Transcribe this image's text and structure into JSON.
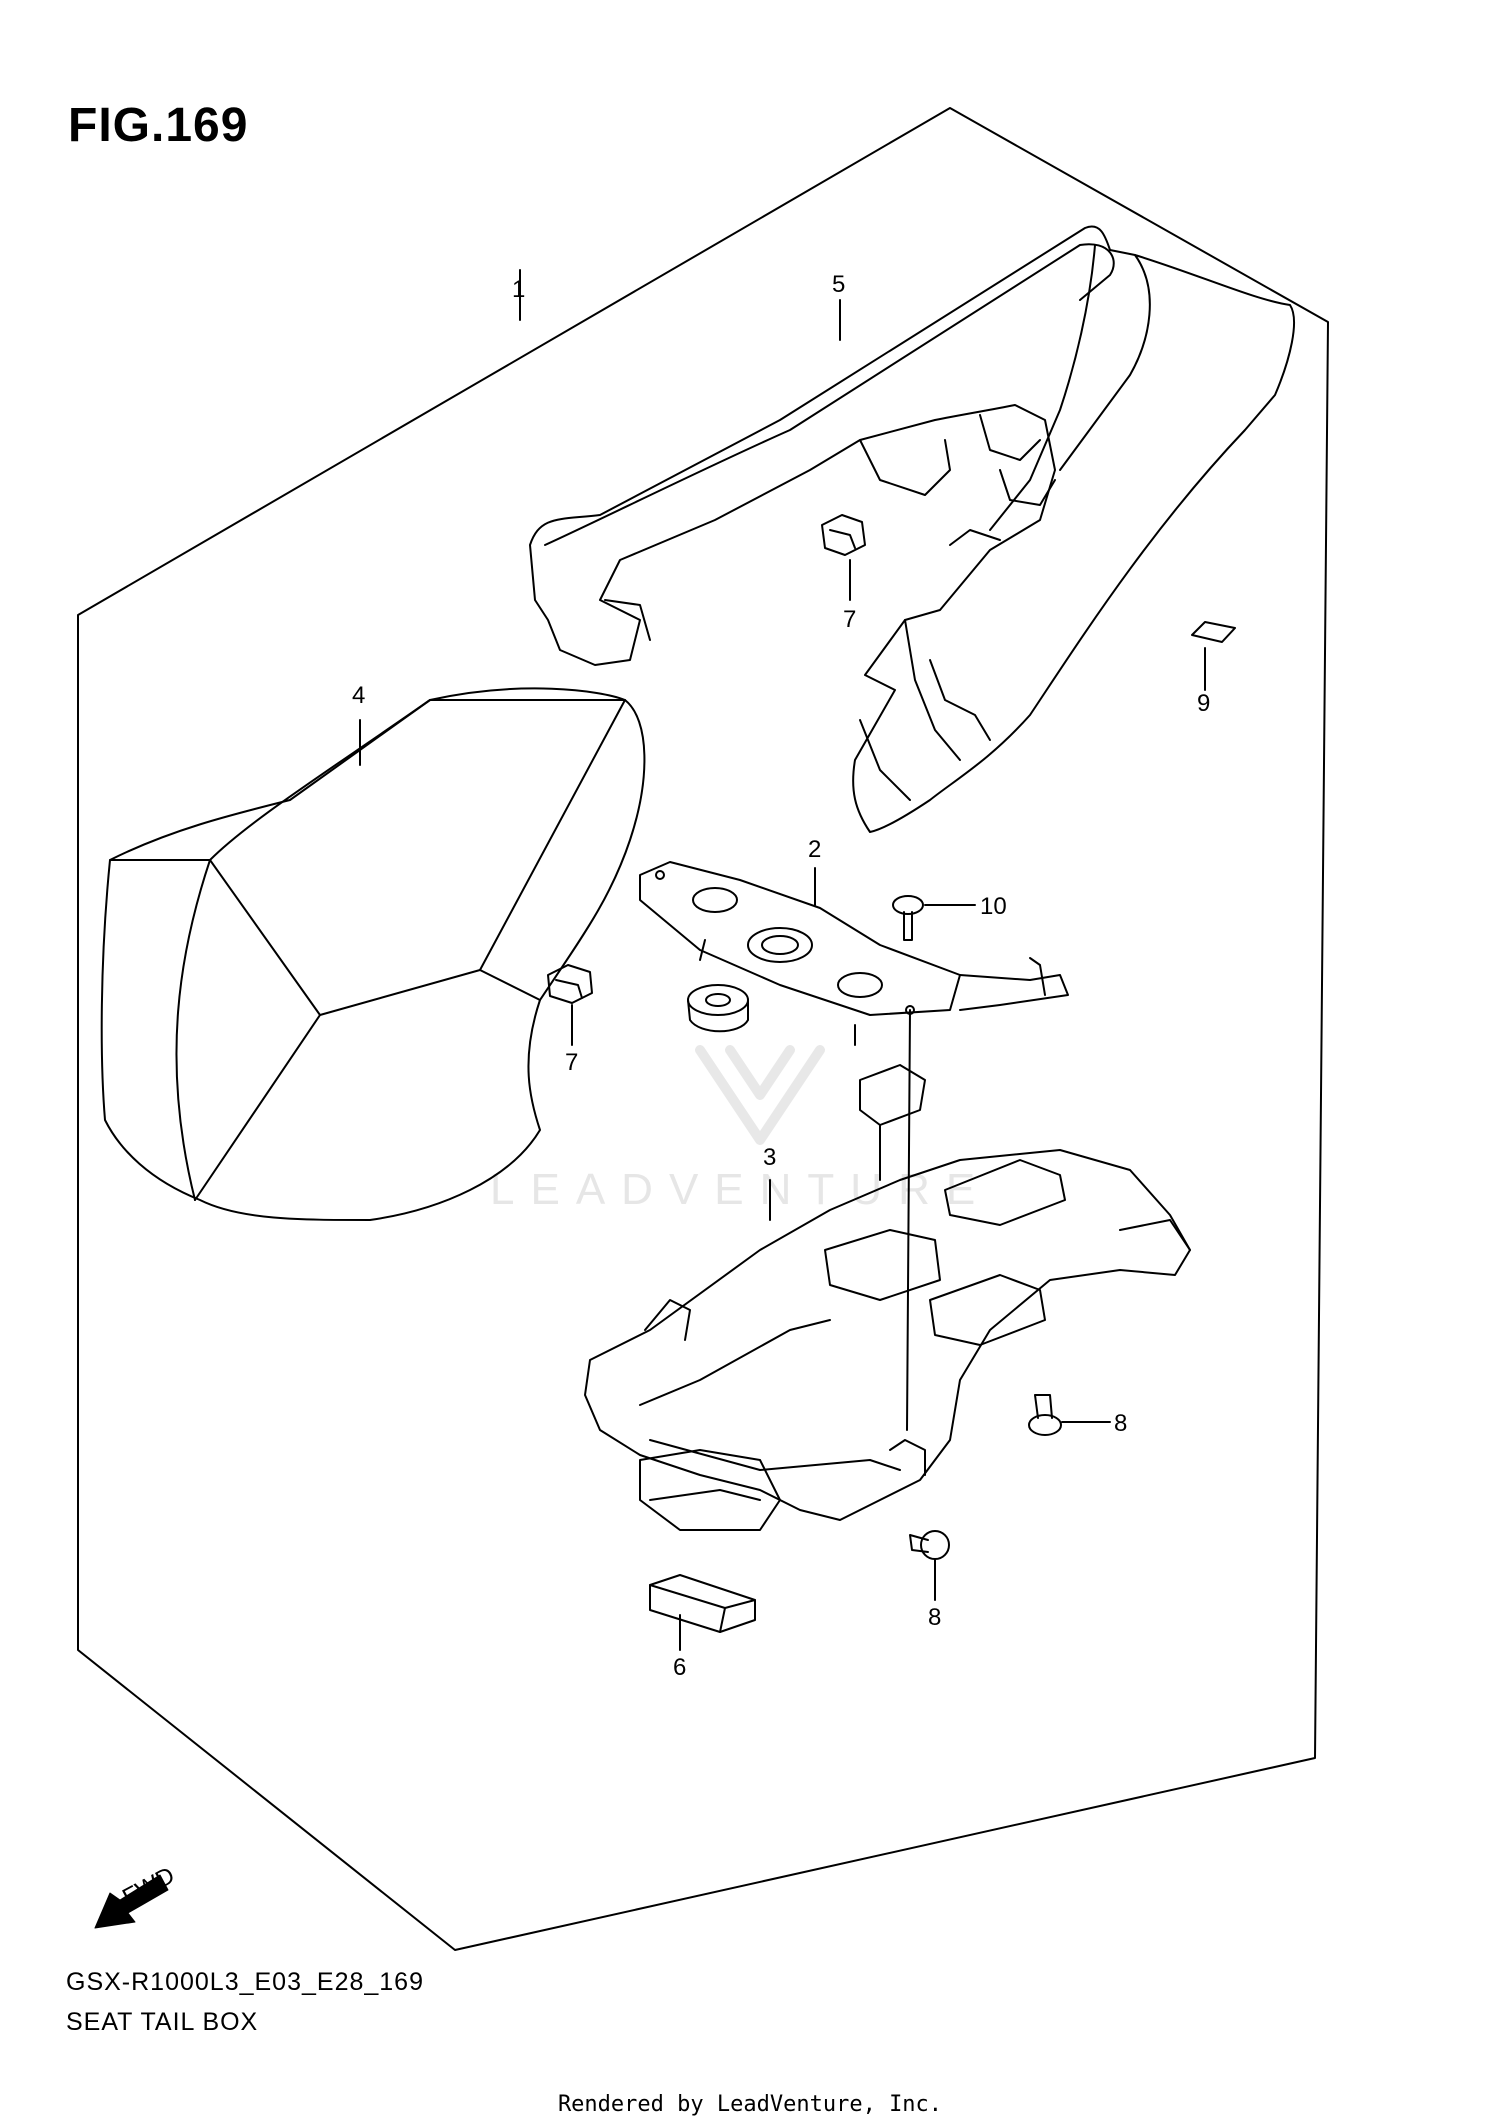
{
  "figure": {
    "title": "FIG.169"
  },
  "watermark": {
    "brand": "LEADVENTURE"
  },
  "fwd_arrow": {
    "label": "FWD"
  },
  "callouts": [
    {
      "number": "1"
    },
    {
      "number": "5"
    },
    {
      "number": "7"
    },
    {
      "number": "9"
    },
    {
      "number": "4"
    },
    {
      "number": "2"
    },
    {
      "number": "10"
    },
    {
      "number": "7"
    },
    {
      "number": "3"
    },
    {
      "number": "8"
    },
    {
      "number": "8"
    },
    {
      "number": "6"
    }
  ],
  "footer": {
    "model_code": "GSX-R1000L3_E03_E28_169",
    "section_name": "SEAT TAIL BOX",
    "credit": "Rendered by LeadVenture, Inc."
  },
  "colors": {
    "line": "#000000",
    "background": "#ffffff",
    "watermark": "#e6e6e6"
  }
}
